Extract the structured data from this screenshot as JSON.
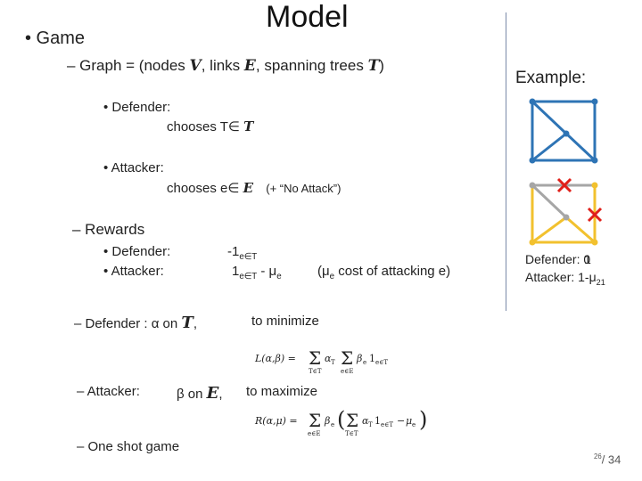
{
  "slide": {
    "title": "Model",
    "game_bullet": "• Game",
    "graph_line": {
      "prefix": "– Graph = (nodes ",
      "nodes_sym": "V",
      "mid1": ", links ",
      "links_sym": "E",
      "mid2": ", spanning trees ",
      "trees_sym": "T",
      "suffix": ")"
    },
    "defender_label": "• Defender:",
    "defender_choice": "chooses  T∈ ",
    "defender_set": "T",
    "attacker_label": "• Attacker:",
    "attacker_choice": "chooses  e∈ ",
    "attacker_set": "E",
    "attacker_note": "(+ “No Attack”)",
    "rewards": "– Rewards",
    "reward_defender_label": "• Defender:",
    "reward_attacker_label": "• Attacker:",
    "reward_defender_value": "-1",
    "reward_defender_sub": "e∈T",
    "reward_attacker_value": "1",
    "reward_attacker_sub": "e∈T",
    "reward_attacker_minus": " - μ",
    "reward_attacker_mu_sub": "e",
    "reward_cost_note_open": "(μ",
    "reward_cost_note_sub": "e",
    "reward_cost_note_rest": " cost of attacking e)",
    "defender_strategy": "– Defender : α on ",
    "defender_strategy_set": "T",
    "defender_strategy_comma": ",",
    "to_minimize": "to minimize",
    "attacker_strategy": "– Attacker:",
    "attacker_strategy_mid": "β on ",
    "attacker_strategy_set": "E",
    "attacker_strategy_comma": ",",
    "to_maximize": "to maximize",
    "one_shot": "– One shot game",
    "formula_L": "L(α,β) = Σ α_T Σ β_e 1_{e∈T}",
    "formula_R": "R(α,μ) = Σ β_e ( Σ α_T 1_{e∈T} − μ_e )",
    "example_label": "Example:",
    "example_defender": "Defender:  0",
    "example_defender_overlap": "1",
    "example_attacker": "Attacker:  1-μ",
    "example_attacker_sub": "21",
    "page_current": "26",
    "page_total": "/ 34"
  },
  "colors": {
    "tree_blue": "#2e74b5",
    "tree_yellow": "#f2c12e",
    "edge_gray": "#a6a6a6",
    "attack_red": "#e0201a",
    "divider": "#7a8aa8"
  }
}
